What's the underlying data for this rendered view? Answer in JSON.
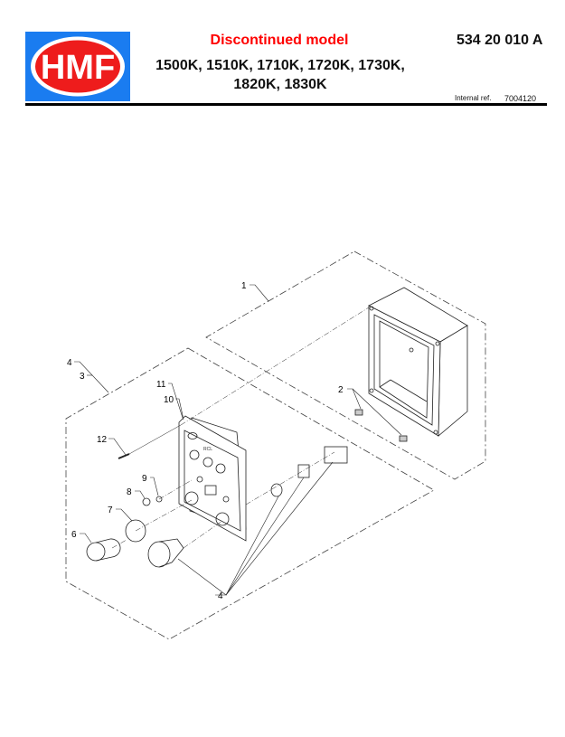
{
  "header": {
    "logo_text": "HMF",
    "status": "Discontinued model",
    "models_line1": "1500K, 1510K, 1710K, 1720K, 1730K,",
    "models_line2": "1820K, 1830K",
    "document_number": "534 20 010 A",
    "internal_ref_label": "Internal ref.",
    "internal_ref_value": "7004120"
  },
  "colors": {
    "logo_bg": "#1a7cf0",
    "logo_red": "#ee1c1c",
    "status": "#ff0000"
  },
  "callouts": {
    "c1": "1",
    "c2": "2",
    "c3": "3",
    "c4a": "4",
    "c4b": "4",
    "c6": "6",
    "c7": "7",
    "c8": "8",
    "c9": "9",
    "c10": "10",
    "c11": "11",
    "c12": "12"
  }
}
